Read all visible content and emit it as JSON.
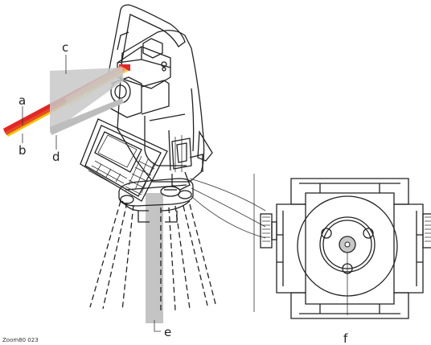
{
  "labels": {
    "a": "a",
    "b": "b",
    "c": "c",
    "d": "d",
    "e": "e",
    "f": "f"
  },
  "reference": "Zoom80 023",
  "colors": {
    "laser_red": "#e3262a",
    "laser_yellow": "#f2c200",
    "beam_gray": "#c8c8c8",
    "plummet_gray": "#c4c4c4",
    "line": "#222222"
  }
}
